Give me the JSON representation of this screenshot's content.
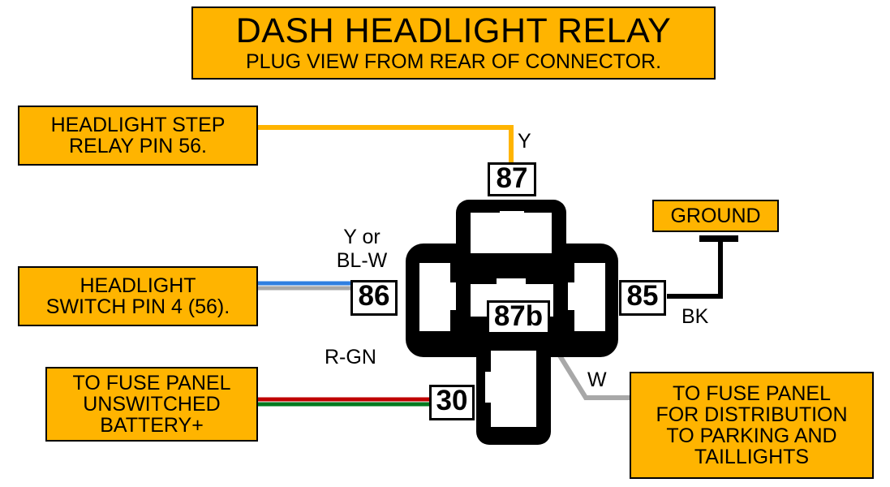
{
  "title": "DASH HEADLIGHT RELAY",
  "subtitle": "PLUG VIEW FROM REAR OF CONNECTOR.",
  "pins": {
    "p87": "87",
    "p86": "86",
    "p85": "85",
    "p87b": "87b",
    "p30": "30"
  },
  "destinations": {
    "step_relay": [
      "HEADLIGHT STEP",
      "RELAY PIN 56."
    ],
    "headlight_switch": [
      "HEADLIGHT",
      "SWITCH PIN 4 (56)."
    ],
    "ground": [
      "GROUND"
    ],
    "fuse_battery": [
      "TO FUSE PANEL",
      "UNSWITCHED",
      "BATTERY+"
    ],
    "fuse_distribution": [
      "TO FUSE PANEL",
      "FOR DISTRIBUTION",
      "TO PARKING AND",
      "TAILLIGHTS"
    ]
  },
  "wire_colors": {
    "p87": "Y",
    "p86": [
      "Y or",
      "BL-W"
    ],
    "p85": "BK",
    "p30": "R-GN",
    "p87b": "W"
  },
  "colors": {
    "label_fill": "#ffb400",
    "wire_yellow": "#ffb400",
    "wire_blue": "#2f7fe0",
    "wire_white": "#a8a8a8",
    "wire_red": "#c00000",
    "wire_green": "#007a20",
    "wire_black": "#000000"
  }
}
